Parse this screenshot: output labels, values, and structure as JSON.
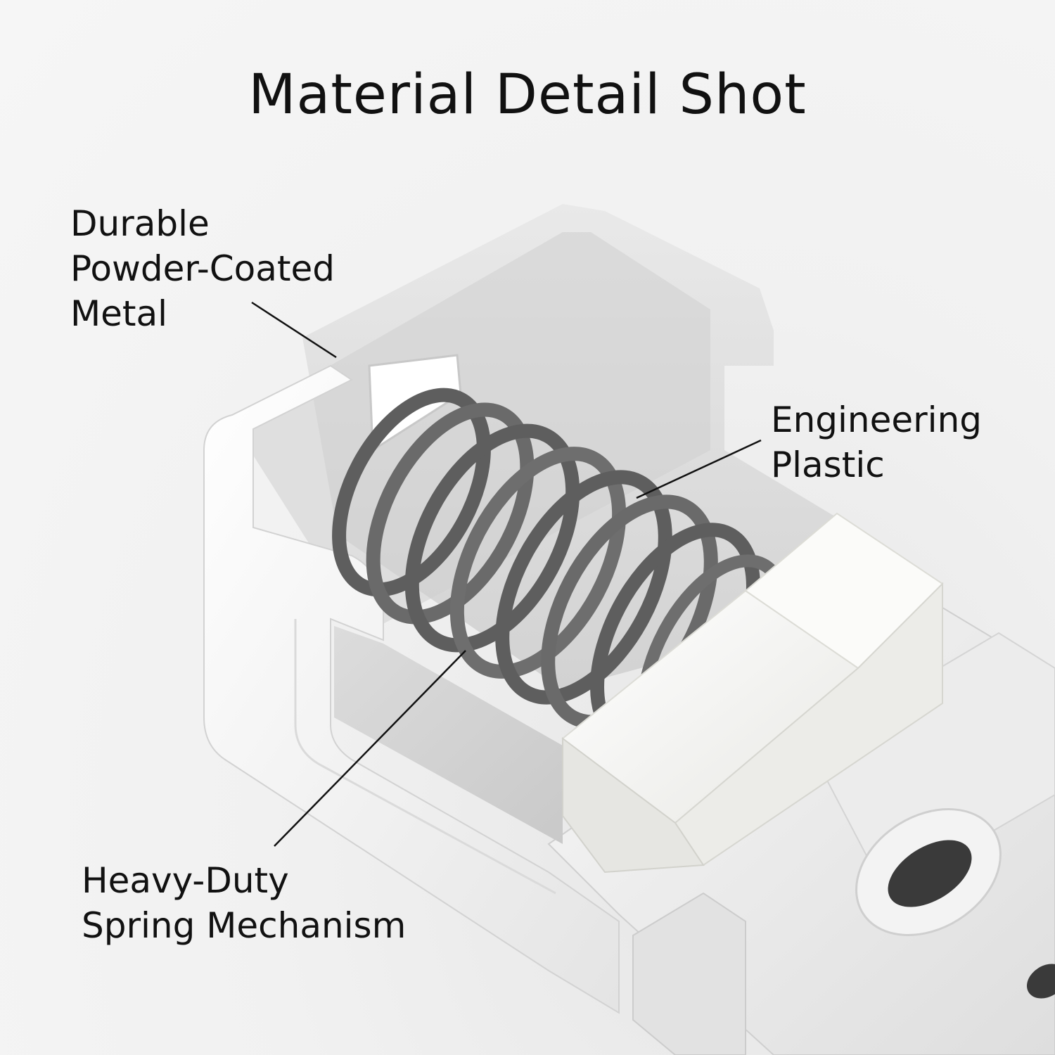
{
  "title": "Material Detail Shot",
  "callouts": {
    "metal": [
      "Durable",
      "Powder-Coated",
      "Metal"
    ],
    "plastic": [
      "Engineering",
      "Plastic"
    ],
    "spring": [
      "Heavy-Duty",
      "Spring Mechanism"
    ]
  },
  "colors": {
    "background": "#f2f2f2",
    "metal_body": "#f4f4f4",
    "spring": "#6e6e6e",
    "plastic": "#f8f8f6",
    "text": "#111111"
  }
}
